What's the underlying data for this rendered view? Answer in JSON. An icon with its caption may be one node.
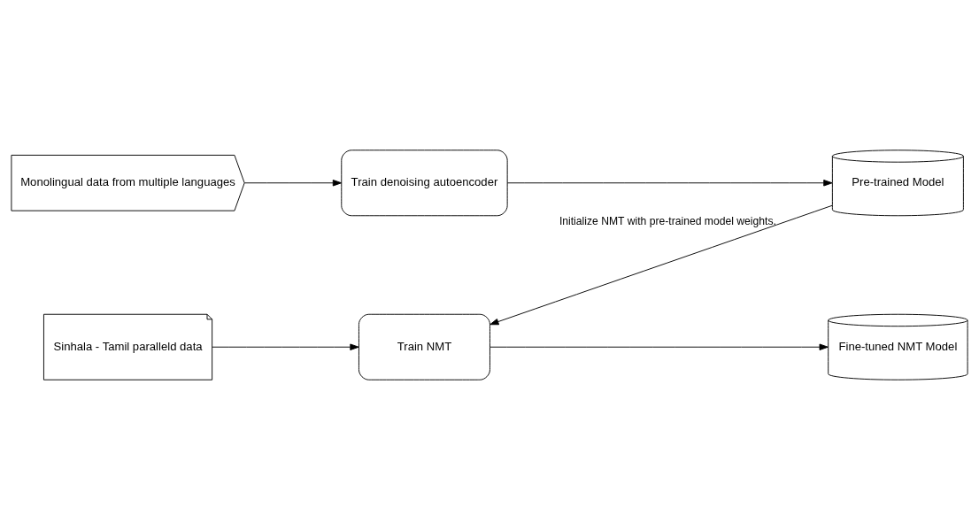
{
  "diagram": {
    "nodes": [
      {
        "text": [
          "Monolingual data from multiple languages"
        ]
      },
      {
        "text": [
          "Train denoising autoencoder"
        ]
      },
      {
        "text": [
          "Pre-trained Model"
        ]
      },
      {
        "text": [
          "Sinhala - Tamil paralleld data"
        ]
      },
      {
        "text": [
          "Train NMT"
        ]
      },
      {
        "text": [
          "Fine-tuned NMT Model"
        ]
      }
    ],
    "edges": [
      {
        "from": 0,
        "to": 1,
        "arrow": "to"
      },
      {
        "from": 1,
        "to": 2,
        "arrow": "to"
      },
      {
        "from": 2,
        "to": 4,
        "arrow": "to",
        "label": "Initialize NMT with pre-trained model weights."
      },
      {
        "from": 3,
        "to": 4,
        "arrow": "to"
      },
      {
        "from": 4,
        "to": 5,
        "arrow": "to"
      }
    ]
  }
}
